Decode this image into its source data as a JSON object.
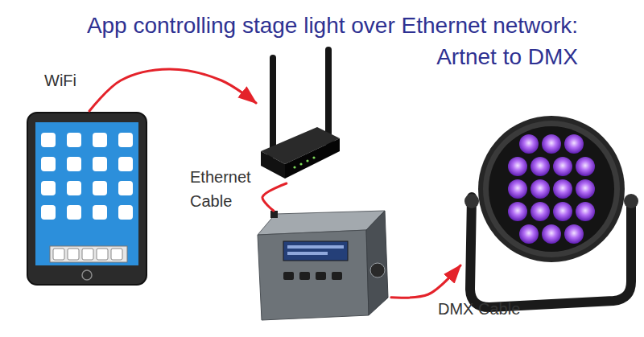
{
  "diagram": {
    "title": "App controlling stage light over Ethernet network: Artnet to DMX",
    "nodes": [
      {
        "text": []
      },
      {
        "text": []
      },
      {
        "text": []
      },
      {
        "text": []
      }
    ],
    "edges": [
      {
        "from": 0,
        "to": 1,
        "label": "WiFi",
        "arrow": "to"
      },
      {
        "from": 1,
        "to": 2,
        "label": "Ethernet Cable",
        "arrow": "none"
      },
      {
        "from": 2,
        "to": 3,
        "label": "DMX Cable",
        "arrow": "to"
      }
    ]
  }
}
